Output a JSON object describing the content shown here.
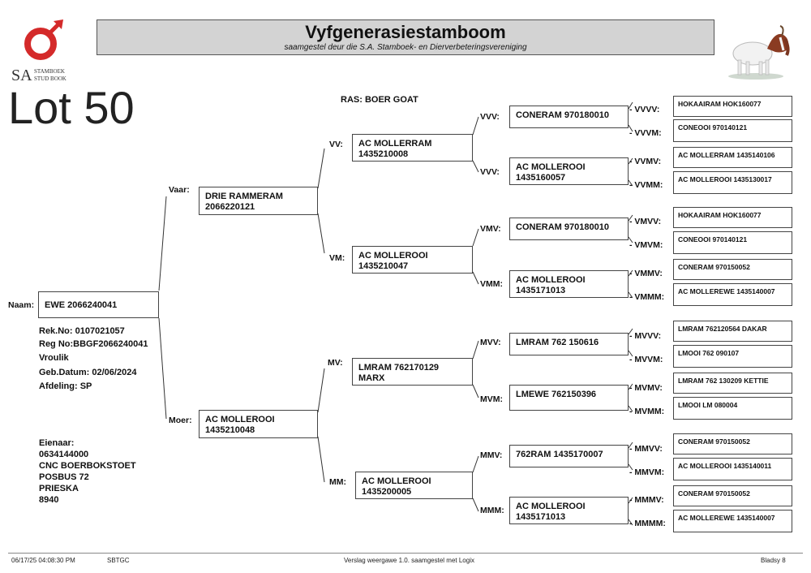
{
  "header": {
    "title": "Vyfgenerasiestamboom",
    "subtitle": "saamgestel deur die S.A. Stamboek- en Dierverbeteringsvereniging",
    "logo_letters": "SA",
    "logo_line1": "STAMBOEK",
    "logo_line2": "STUD BOOK",
    "lot": "Lot 50",
    "breed": "RAS: BOER GOAT"
  },
  "animal": {
    "label": "Naam:",
    "name": "EWE 2066240041",
    "rek_no": "Rek.No: 0107021057",
    "reg_no": "Reg No:BBGF2066240041",
    "sex": "Vroulik",
    "birth": "Geb.Datum: 02/06/2024",
    "afdeling": "Afdeling: SP"
  },
  "owner": {
    "label": "Eienaar:",
    "phone": "0634144000",
    "name": "CNC BOERBOKSTOET",
    "address1": "POSBUS 72",
    "address2": "PRIESKA",
    "postcode": "8940"
  },
  "gen1": {
    "sire_label": "Vaar:",
    "sire_name": "DRIE RAMMERAM",
    "sire_no": "2066220121",
    "dam_label": "Moer:",
    "dam_name": "AC MOLLEROOI",
    "dam_no": "1435210048"
  },
  "gen2": [
    {
      "label": "VV:",
      "name": "AC MOLLERRAM",
      "no": "1435210008"
    },
    {
      "label": "VM:",
      "name": "AC MOLLEROOI",
      "no": "1435210047"
    },
    {
      "label": "MV:",
      "name": "LMRAM 762170129",
      "no": "MARX"
    },
    {
      "label": "MM:",
      "name": "AC MOLLEROOI",
      "no": "1435200005"
    }
  ],
  "gen3": [
    {
      "label": "VVV:",
      "name": "CONERAM 970180010",
      "no": ""
    },
    {
      "label": "VVV:",
      "name": "AC MOLLEROOI",
      "no": "1435160057"
    },
    {
      "label": "VMV:",
      "name": "CONERAM 970180010",
      "no": ""
    },
    {
      "label": "VMM:",
      "name": "AC MOLLEROOI",
      "no": "1435171013"
    },
    {
      "label": "MVV:",
      "name": "LMRAM 762 150616",
      "no": ""
    },
    {
      "label": "MVM:",
      "name": "LMEWE 762150396",
      "no": ""
    },
    {
      "label": "MMV:",
      "name": "762RAM 1435170007",
      "no": ""
    },
    {
      "label": "MMM:",
      "name": "AC MOLLEROOI",
      "no": "1435171013"
    }
  ],
  "gen4": [
    {
      "label": "- VVVV:",
      "name": "HOKAAIRAM HOK160077"
    },
    {
      "label": "- VVVM:",
      "name": "CONEOOI 970140121"
    },
    {
      "label": "- VVMV:",
      "name": "AC MOLLERRAM 1435140106"
    },
    {
      "label": "- VVMM:",
      "name": "AC MOLLEROOI 1435130017"
    },
    {
      "label": "- VMVV:",
      "name": "HOKAAIRAM HOK160077"
    },
    {
      "label": "- VMVM:",
      "name": "CONEOOI 970140121"
    },
    {
      "label": "- VMMV:",
      "name": "CONERAM 970150052"
    },
    {
      "label": "- VMMM:",
      "name": "AC MOLLEREWE 1435140007"
    },
    {
      "label": "- MVVV:",
      "name": "LMRAM 762120564  DAKAR"
    },
    {
      "label": "- MVVM:",
      "name": "LMOOI 762 090107"
    },
    {
      "label": "- MVMV:",
      "name": "LMRAM 762 130209 KETTIE"
    },
    {
      "label": "- MVMM:",
      "name": "LMOOI LM 080004"
    },
    {
      "label": "- MMVV:",
      "name": "CONERAM 970150052"
    },
    {
      "label": "- MMVM:",
      "name": "AC MOLLEROOI 1435140011"
    },
    {
      "label": "- MMMV:",
      "name": "CONERAM 970150052"
    },
    {
      "label": "- MMMM:",
      "name": "AC MOLLEREWE 1435140007"
    }
  ],
  "footer": {
    "timestamp": "06/17/25 04:08:30 PM",
    "code": "SBTGC",
    "version": "Verslag weergawe 1.0. saamgestel met Logix",
    "page": "Bladsy 8"
  }
}
